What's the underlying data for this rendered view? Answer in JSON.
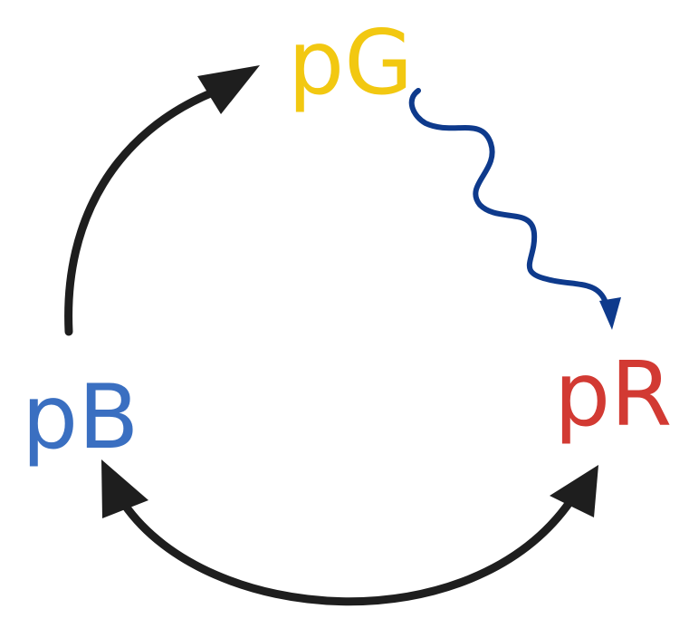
{
  "nodes": {
    "green": {
      "label": "pG",
      "color": "#F2C811"
    },
    "blue": {
      "label": "pB",
      "color": "#3A6FC1"
    },
    "red": {
      "label": "pR",
      "color": "#D23A33"
    }
  },
  "edges": [
    {
      "from": "pB",
      "to": "pG",
      "style": "curved-arrow",
      "color": "#1E1E1E"
    },
    {
      "from": "pG",
      "to": "pR",
      "style": "wavy-arrow",
      "color": "#0E3A8C"
    },
    {
      "from": "pR",
      "to": "pB",
      "style": "curved-double-arrow",
      "color": "#1E1E1E"
    }
  ]
}
